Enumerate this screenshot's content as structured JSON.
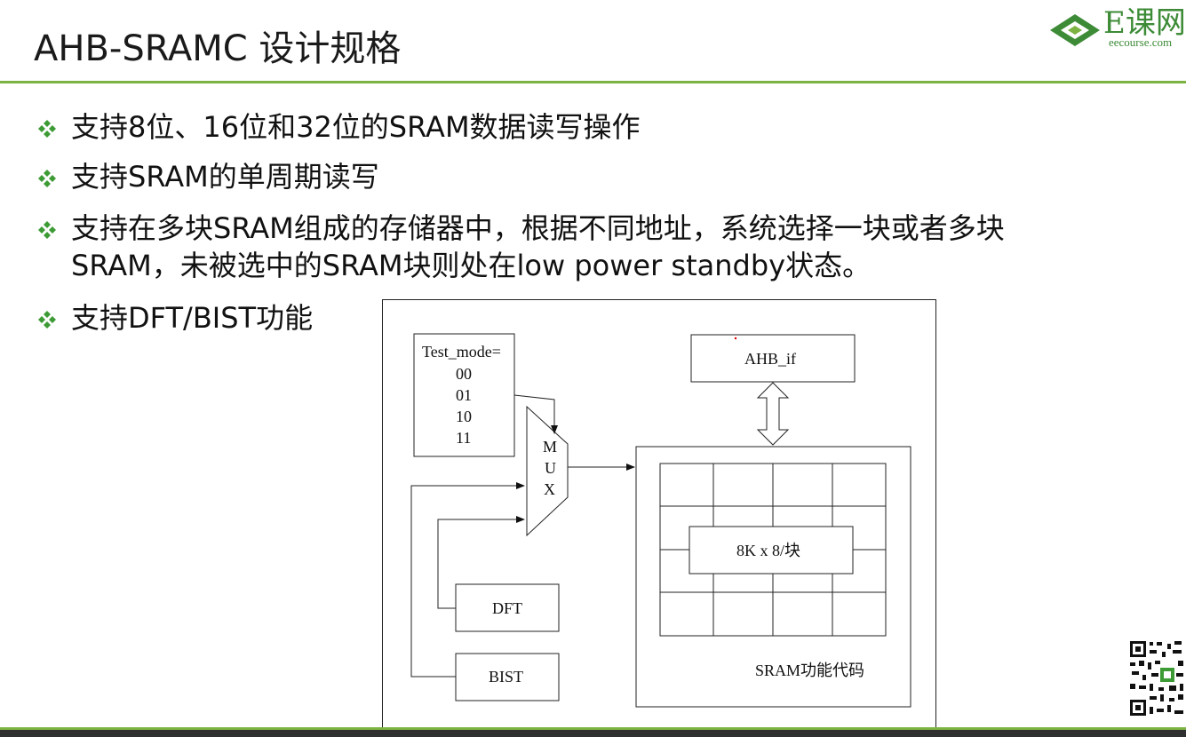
{
  "slide": {
    "title": "AHB-SRAMC 设计规格"
  },
  "logo": {
    "brand": "E课网",
    "site": "eecourse.com",
    "icon": "diamond-logo-icon"
  },
  "bullets": [
    {
      "text": "支持8位、16位和32位的SRAM数据读写操作"
    },
    {
      "text": "支持SRAM的单周期读写"
    },
    {
      "text": "支持在多块SRAM组成的存储器中，根据不同地址，系统选择一块或者多块",
      "text2": "SRAM，未被选中的SRAM块则处在low power standby状态。"
    },
    {
      "text": "支持DFT/BIST功能"
    }
  ],
  "diagram": {
    "test_mode_label": "Test_mode=",
    "test_modes": [
      "00",
      "01",
      "10",
      "11"
    ],
    "mux_letters": [
      "M",
      "U",
      "X"
    ],
    "ahb_if": "AHB_if",
    "dft": "DFT",
    "bist": "BIST",
    "sram_block": "8K x 8/块",
    "sram_func": "SRAM功能代码"
  },
  "colors": {
    "accent_green": "#7cb342",
    "brand_green": "#3d8b37",
    "bullet_green": "#3d9b35"
  }
}
